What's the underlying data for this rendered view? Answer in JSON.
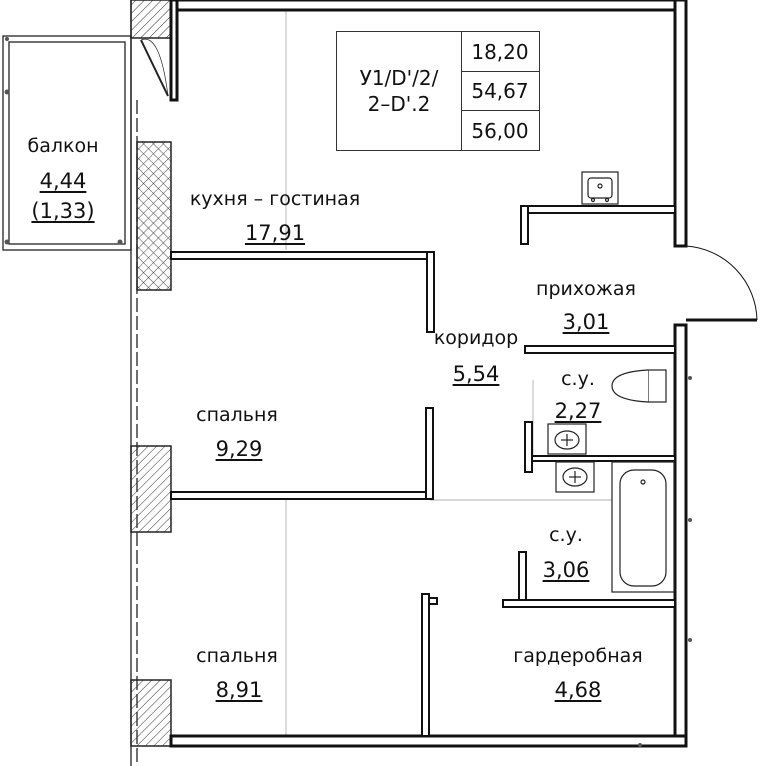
{
  "info_block": {
    "code_line1": "У1/D'/2/",
    "code_line2": "2–D'.2",
    "living_area": "18,20",
    "total_area": "54,67",
    "total_area_with_balcony": "56,00"
  },
  "rooms": {
    "balcony": {
      "name": "балкон",
      "area": "4,44",
      "area_reduced": "(1,33)"
    },
    "kitchen_living": {
      "name": "кухня – гостиная",
      "area": "17,91"
    },
    "hallway": {
      "name": "прихожая",
      "area": "3,01"
    },
    "corridor": {
      "name": "коридор",
      "area": "5,54"
    },
    "bathroom1": {
      "name": "с.у.",
      "area": "2,27"
    },
    "bedroom1": {
      "name": "спальня",
      "area": "9,29"
    },
    "bathroom2": {
      "name": "с.у.",
      "area": "3,06"
    },
    "bedroom2": {
      "name": "спальня",
      "area": "8,91"
    },
    "wardrobe": {
      "name": "гардеробная",
      "area": "4,68"
    }
  }
}
